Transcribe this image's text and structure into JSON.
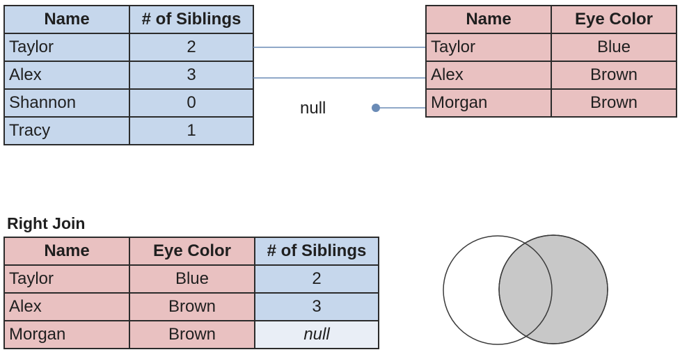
{
  "siblings_table": {
    "headers": [
      "Name",
      "# of Siblings"
    ],
    "rows": [
      [
        "Taylor",
        "2"
      ],
      [
        "Alex",
        "3"
      ],
      [
        "Shannon",
        "0"
      ],
      [
        "Tracy",
        "1"
      ]
    ]
  },
  "eye_color_table": {
    "headers": [
      "Name",
      "Eye Color"
    ],
    "rows": [
      [
        "Taylor",
        "Blue"
      ],
      [
        "Alex",
        "Brown"
      ],
      [
        "Morgan",
        "Brown"
      ]
    ]
  },
  "connectors": {
    "null_label": "null",
    "line_color": "#6a8bb6"
  },
  "result": {
    "title": "Right Join",
    "headers": [
      "Name",
      "Eye Color",
      "# of Siblings"
    ],
    "rows": [
      [
        "Taylor",
        "Blue",
        "2"
      ],
      [
        "Alex",
        "Brown",
        "3"
      ],
      [
        "Morgan",
        "Brown",
        "null"
      ]
    ]
  },
  "venn": {
    "left_fill": "#ffffff",
    "right_fill": "#c8c8c8",
    "stroke": "#3a3a3a"
  },
  "colors": {
    "left_table": "#c6d7ec",
    "right_table": "#e9c1c1"
  }
}
